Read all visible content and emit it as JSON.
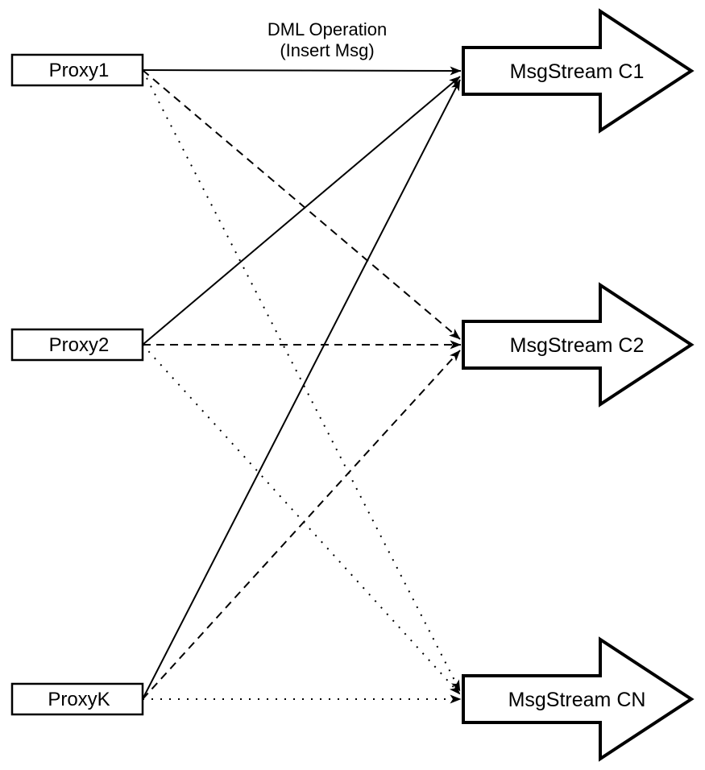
{
  "diagram": {
    "title_label": {
      "line1": "DML Operation",
      "line2": "(Insert Msg)"
    },
    "proxies": [
      {
        "id": "proxy1",
        "label": "Proxy1"
      },
      {
        "id": "proxy2",
        "label": "Proxy2"
      },
      {
        "id": "proxyk",
        "label": "ProxyK"
      }
    ],
    "streams": [
      {
        "id": "msgstream-c1",
        "label": "MsgStream C1",
        "incoming_line_style": "solid"
      },
      {
        "id": "msgstream-c2",
        "label": "MsgStream C2",
        "incoming_line_style": "dashed"
      },
      {
        "id": "msgstream-cn",
        "label": "MsgStream CN",
        "incoming_line_style": "dotted"
      }
    ],
    "connections": [
      {
        "from": "Proxy1",
        "to": "MsgStream C1",
        "style": "solid"
      },
      {
        "from": "Proxy1",
        "to": "MsgStream C2",
        "style": "dashed"
      },
      {
        "from": "Proxy1",
        "to": "MsgStream CN",
        "style": "dotted"
      },
      {
        "from": "Proxy2",
        "to": "MsgStream C1",
        "style": "solid"
      },
      {
        "from": "Proxy2",
        "to": "MsgStream C2",
        "style": "dashed"
      },
      {
        "from": "Proxy2",
        "to": "MsgStream CN",
        "style": "dotted"
      },
      {
        "from": "ProxyK",
        "to": "MsgStream C1",
        "style": "solid"
      },
      {
        "from": "ProxyK",
        "to": "MsgStream C2",
        "style": "dashed"
      },
      {
        "from": "ProxyK",
        "to": "MsgStream CN",
        "style": "dotted"
      }
    ],
    "colors": {
      "stroke": "#000000",
      "fill": "#ffffff",
      "background": "#ffffff"
    }
  }
}
